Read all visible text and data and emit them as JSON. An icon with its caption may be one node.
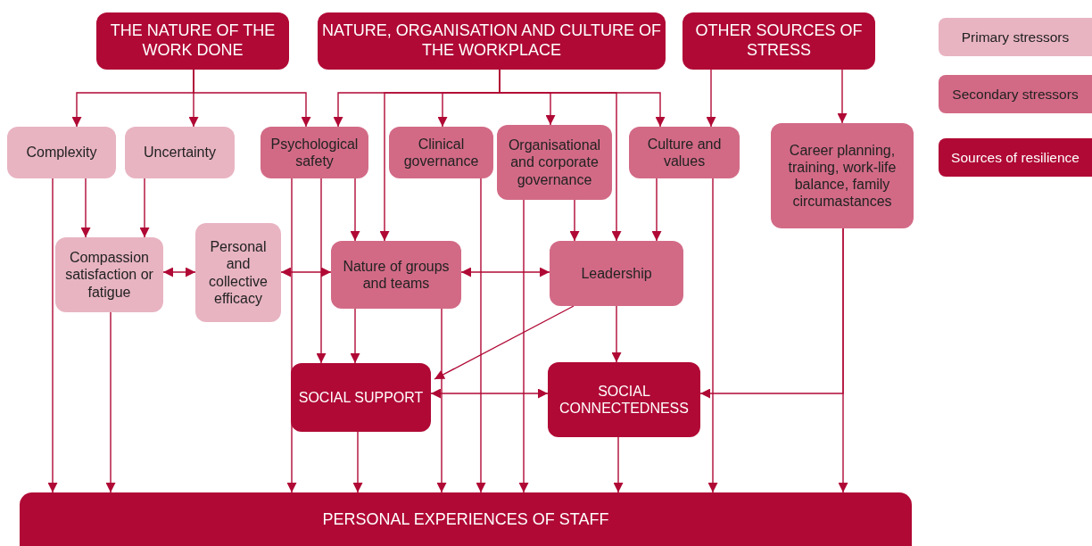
{
  "diagram": {
    "nodes": [
      {
        "text": [
          "THE NATURE OF THE WORK DONE"
        ]
      },
      {
        "text": [
          "NATURE, ORGANISATION AND CULTURE OF THE WORKPLACE"
        ]
      },
      {
        "text": [
          "OTHER SOURCES OF STRESS"
        ]
      },
      {
        "text": [
          "Complexity"
        ]
      },
      {
        "text": [
          "Uncertainty"
        ]
      },
      {
        "text": [
          "Psychological safety"
        ]
      },
      {
        "text": [
          "Clinical governance"
        ]
      },
      {
        "text": [
          "Organisational and corporate governance"
        ]
      },
      {
        "text": [
          "Culture and values"
        ]
      },
      {
        "text": [
          "Career planning, training, work-life balance, family circumastances"
        ]
      },
      {
        "text": [
          "Compassion satisfaction or fatigue"
        ]
      },
      {
        "text": [
          "Personal and collective efficacy"
        ]
      },
      {
        "text": [
          "Nature of groups and teams"
        ]
      },
      {
        "text": [
          "Leadership"
        ]
      },
      {
        "text": [
          "SOCIAL SUPPORT"
        ]
      },
      {
        "text": [
          "SOCIAL CONNECTEDNESS"
        ]
      },
      {
        "text": [
          "PERSONAL EXPERIENCES OF STAFF"
        ]
      }
    ],
    "edges": [
      {
        "from": 0,
        "to": 3,
        "arrow": "to"
      },
      {
        "from": 0,
        "to": 4,
        "arrow": "to"
      },
      {
        "from": 0,
        "to": 5,
        "arrow": "to"
      },
      {
        "from": 1,
        "to": 5,
        "arrow": "to"
      },
      {
        "from": 1,
        "to": 12,
        "arrow": "to"
      },
      {
        "from": 1,
        "to": 6,
        "arrow": "to"
      },
      {
        "from": 1,
        "to": 7,
        "arrow": "to"
      },
      {
        "from": 1,
        "to": 13,
        "arrow": "to"
      },
      {
        "from": 1,
        "to": 8,
        "arrow": "to"
      },
      {
        "from": 2,
        "to": 8,
        "arrow": "to"
      },
      {
        "from": 2,
        "to": 9,
        "arrow": "to"
      },
      {
        "from": 3,
        "to": 10,
        "arrow": "to"
      },
      {
        "from": 4,
        "to": 10,
        "arrow": "to"
      },
      {
        "from": 3,
        "to": 16,
        "arrow": "to"
      },
      {
        "from": 10,
        "to": 16,
        "arrow": "to"
      },
      {
        "from": 10,
        "to": 11,
        "arrow": "both"
      },
      {
        "from": 11,
        "to": 12,
        "arrow": "both"
      },
      {
        "from": 5,
        "to": 16,
        "arrow": "to"
      },
      {
        "from": 5,
        "to": 14,
        "arrow": "to"
      },
      {
        "from": 5,
        "to": 12,
        "arrow": "to"
      },
      {
        "from": 12,
        "to": 14,
        "arrow": "to"
      },
      {
        "from": 12,
        "to": 13,
        "arrow": "both"
      },
      {
        "from": 12,
        "to": 16,
        "arrow": "to"
      },
      {
        "from": 6,
        "to": 16,
        "arrow": "to"
      },
      {
        "from": 7,
        "to": 16,
        "arrow": "to"
      },
      {
        "from": 7,
        "to": 13,
        "arrow": "to"
      },
      {
        "from": 8,
        "to": 13,
        "arrow": "to"
      },
      {
        "from": 13,
        "to": 14,
        "arrow": "to"
      },
      {
        "from": 13,
        "to": 15,
        "arrow": "to"
      },
      {
        "from": 14,
        "to": 15,
        "arrow": "both"
      },
      {
        "from": 14,
        "to": 16,
        "arrow": "to"
      },
      {
        "from": 15,
        "to": 16,
        "arrow": "to"
      },
      {
        "from": 8,
        "to": 16,
        "arrow": "to"
      },
      {
        "from": 9,
        "to": 16,
        "arrow": "to"
      },
      {
        "from": 9,
        "to": 15,
        "arrow": "to"
      }
    ],
    "legend": [
      {
        "text": "Primary stressors",
        "color": "#e8b4c2"
      },
      {
        "text": "Secondary stressors",
        "color": "#d26a86"
      },
      {
        "text": "Sources of resilience",
        "color": "#b00935"
      }
    ]
  }
}
